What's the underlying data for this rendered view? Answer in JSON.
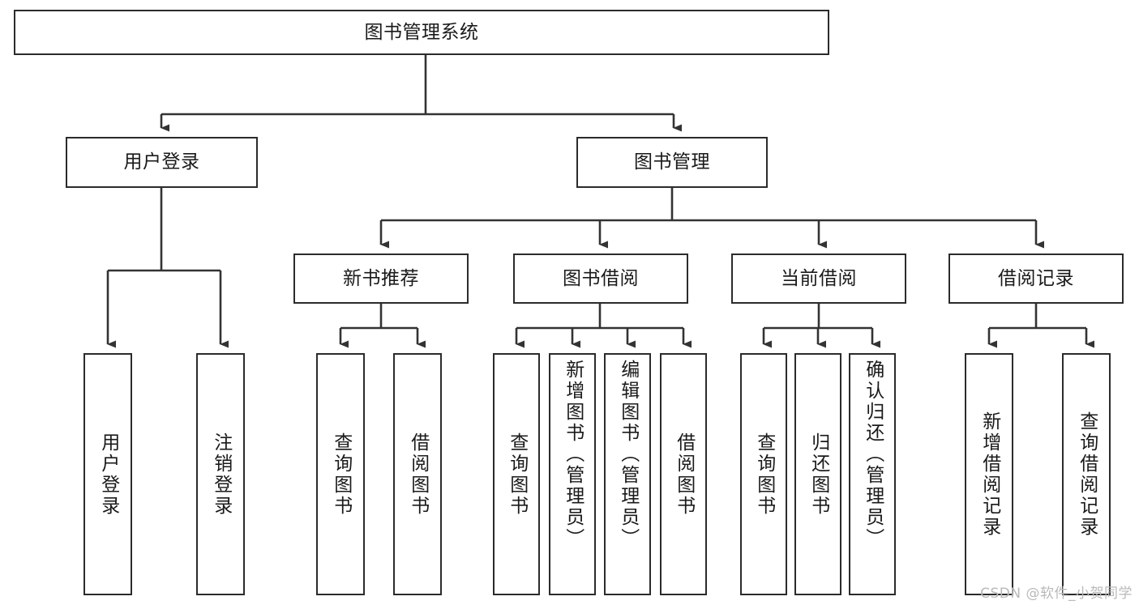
{
  "diagram": {
    "title": "图书管理系统",
    "type": "hierarchy-tree",
    "watermark": "CSDN @软件_小贺同学",
    "colors": {
      "box_border": "#2b2b2b",
      "box_fill": "#ffffff",
      "edge": "#333333",
      "text": "#1a1a1a",
      "watermark": "#b9b9b9",
      "background": "#ffffff"
    },
    "nodes": {
      "root": {
        "label": "图书管理系统",
        "orientation": "horizontal"
      },
      "level2": [
        {
          "label": "用户登录",
          "orientation": "horizontal"
        },
        {
          "label": "图书管理",
          "orientation": "horizontal"
        }
      ],
      "level3": [
        {
          "label": "新书推荐",
          "orientation": "horizontal"
        },
        {
          "label": "图书借阅",
          "orientation": "horizontal"
        },
        {
          "label": "当前借阅",
          "orientation": "horizontal"
        },
        {
          "label": "借阅记录",
          "orientation": "horizontal"
        }
      ],
      "leaves": {
        "user_login": [
          {
            "label": "用户登录",
            "orientation": "vertical",
            "align": "center"
          },
          {
            "label": "注销登录",
            "orientation": "vertical",
            "align": "center"
          }
        ],
        "new_book_recommend": [
          {
            "label": "查询图书",
            "orientation": "vertical",
            "align": "center"
          },
          {
            "label": "借阅图书",
            "orientation": "vertical",
            "align": "center"
          }
        ],
        "book_borrow": [
          {
            "label": "查询图书",
            "orientation": "vertical",
            "align": "center"
          },
          {
            "label": "新增图书（管理员）",
            "orientation": "vertical",
            "align": "top"
          },
          {
            "label": "编辑图书（管理员）",
            "orientation": "vertical",
            "align": "top"
          },
          {
            "label": "借阅图书",
            "orientation": "vertical",
            "align": "center"
          }
        ],
        "current_borrow": [
          {
            "label": "查询图书",
            "orientation": "vertical",
            "align": "center"
          },
          {
            "label": "归还图书",
            "orientation": "vertical",
            "align": "center"
          },
          {
            "label": "确认归还（管理员）",
            "orientation": "vertical",
            "align": "top"
          }
        ],
        "borrow_record": [
          {
            "label": "新增借阅记录",
            "orientation": "vertical",
            "align": "center"
          },
          {
            "label": "查询借阅记录",
            "orientation": "vertical",
            "align": "center"
          }
        ]
      }
    }
  }
}
